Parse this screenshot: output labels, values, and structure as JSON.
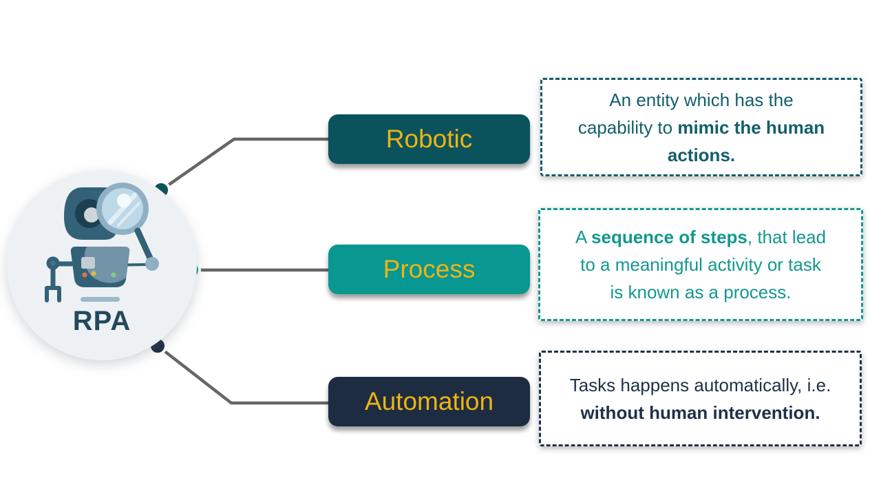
{
  "center_label": "RPA",
  "nodes": [
    {
      "label": "Robotic",
      "color": "#0a535c"
    },
    {
      "label": "Process",
      "color": "#089791"
    },
    {
      "label": "Automation",
      "color": "#1e2c42"
    }
  ],
  "boxes": [
    {
      "color": "#135e6b",
      "lines": [
        [
          {
            "text": "An entity which has the"
          }
        ],
        [
          {
            "text": "capability to "
          },
          {
            "text": "mimic the human",
            "bold": true
          }
        ],
        [
          {
            "text": "actions.",
            "bold": true
          }
        ]
      ]
    },
    {
      "color": "#12988f",
      "lines": [
        [
          {
            "text": "A "
          },
          {
            "text": "sequence of steps",
            "bold": true
          },
          {
            "text": ", that lead"
          }
        ],
        [
          {
            "text": "to a meaningful activity or task"
          }
        ],
        [
          {
            "text": "is known as a process."
          }
        ]
      ]
    },
    {
      "color": "#1e3148",
      "lines": [
        [
          {
            "text": "Tasks happens automatically, i.e."
          }
        ],
        [
          {
            "text": "without human intervention.",
            "bold": true
          }
        ]
      ]
    }
  ],
  "styles": {
    "label_color": "#eeb414",
    "connector_color": "#666666",
    "circle_bg": "#eef1f3",
    "rpa_text_color": "#24495c",
    "background": "#ffffff"
  },
  "icons": {
    "center_icon": "robot-with-magnifier-icon"
  }
}
